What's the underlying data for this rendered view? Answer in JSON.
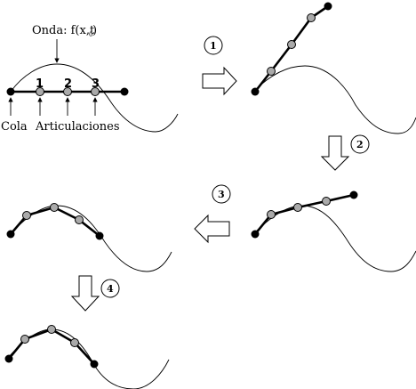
{
  "labels": {
    "wave": "Onda: f(x,t",
    "wave_subscript": "0",
    "wave_close": ")",
    "tail": "Cola",
    "joints": "Articulaciones"
  },
  "joint_numbers": [
    "1",
    "2",
    "3"
  ],
  "steps": [
    "1",
    "2",
    "3",
    "4"
  ]
}
